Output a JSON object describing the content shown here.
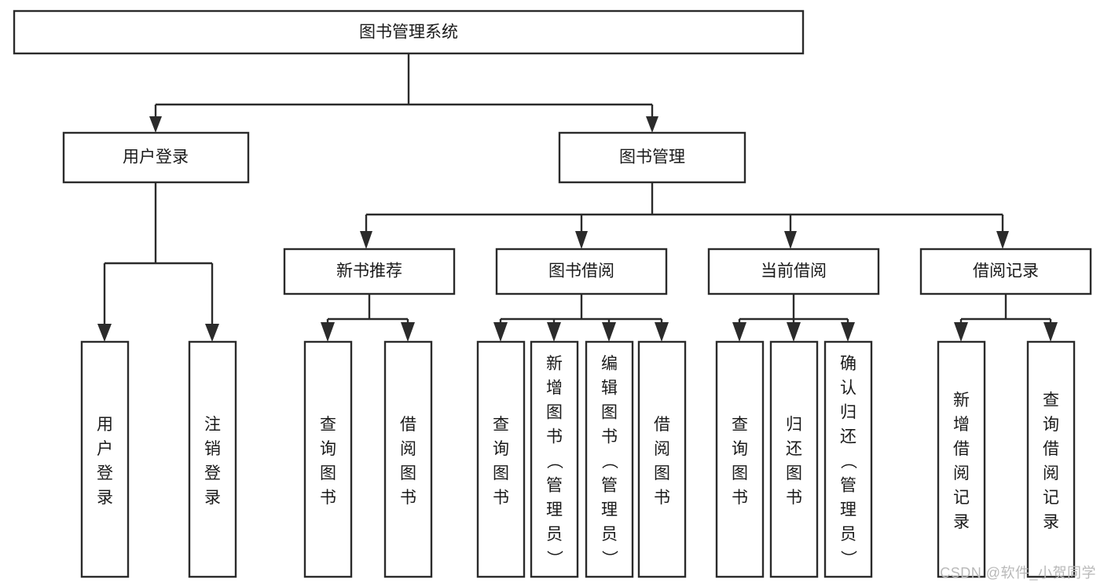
{
  "diagram": {
    "title": "图书管理系统",
    "type": "tree",
    "orientation": "top-down",
    "colors": {
      "box_fill": "#ffffff",
      "box_stroke": "#2b2b2b",
      "text": "#1a1a1a",
      "watermark": "#b9b9b9",
      "background": "#ffffff"
    },
    "root": {
      "label": "图书管理系统"
    },
    "level2": [
      {
        "label": "用户登录"
      },
      {
        "label": "图书管理"
      }
    ],
    "level3": [
      {
        "label": "新书推荐"
      },
      {
        "label": "图书借阅"
      },
      {
        "label": "当前借阅"
      },
      {
        "label": "借阅记录"
      }
    ],
    "leaves": {
      "user_login": [
        "用户登录",
        "注销登录"
      ],
      "new_book_recommend": [
        "查询图书",
        "借阅图书"
      ],
      "book_borrow": [
        "查询图书",
        "新增图书（管理员）",
        "编辑图书（管理员）",
        "借阅图书"
      ],
      "current_borrow": [
        "查询图书",
        "归还图书",
        "确认归还（管理员）"
      ],
      "borrow_record": [
        "新增借阅记录",
        "查询借阅记录"
      ]
    },
    "edges": [
      {
        "from": "图书管理系统",
        "to": "用户登录"
      },
      {
        "from": "图书管理系统",
        "to": "图书管理"
      },
      {
        "from": "用户登录",
        "to": "用户登录"
      },
      {
        "from": "用户登录",
        "to": "注销登录"
      },
      {
        "from": "图书管理",
        "to": "新书推荐"
      },
      {
        "from": "图书管理",
        "to": "图书借阅"
      },
      {
        "from": "图书管理",
        "to": "当前借阅"
      },
      {
        "from": "图书管理",
        "to": "借阅记录"
      },
      {
        "from": "新书推荐",
        "to": "查询图书"
      },
      {
        "from": "新书推荐",
        "to": "借阅图书"
      },
      {
        "from": "图书借阅",
        "to": "查询图书"
      },
      {
        "from": "图书借阅",
        "to": "新增图书（管理员）"
      },
      {
        "from": "图书借阅",
        "to": "编辑图书（管理员）"
      },
      {
        "from": "图书借阅",
        "to": "借阅图书"
      },
      {
        "from": "当前借阅",
        "to": "查询图书"
      },
      {
        "from": "当前借阅",
        "to": "归还图书"
      },
      {
        "from": "当前借阅",
        "to": "确认归还（管理员）"
      },
      {
        "from": "借阅记录",
        "to": "新增借阅记录"
      },
      {
        "from": "借阅记录",
        "to": "查询借阅记录"
      }
    ]
  },
  "watermark": {
    "text": "CSDN @软件_小贺同学"
  }
}
